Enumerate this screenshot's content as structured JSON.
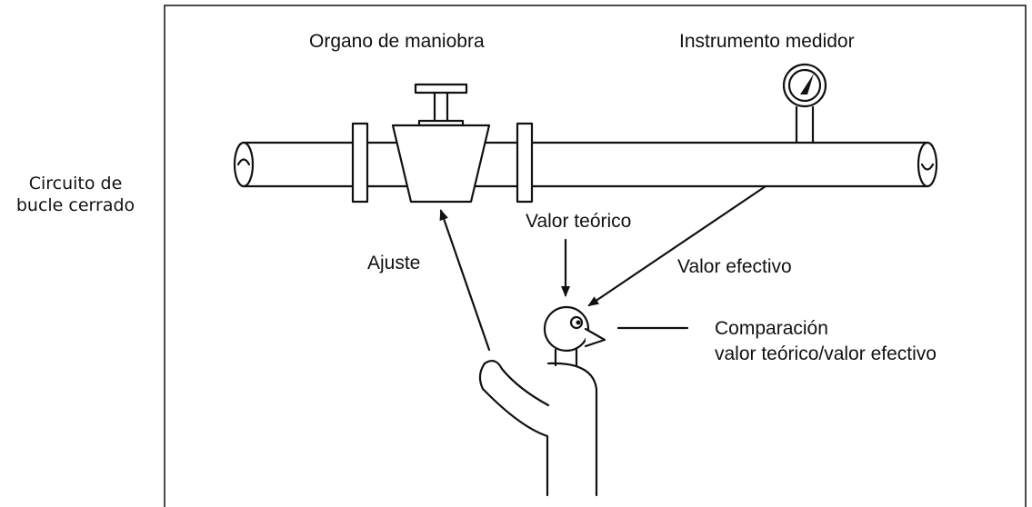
{
  "side_label": {
    "line1": "Circuito de",
    "line2": "bucle cerrado"
  },
  "labels": {
    "actuator": "Organo de maniobra",
    "instrument": "Instrumento medidor",
    "setpoint": "Valor teórico",
    "adjust": "Ajuste",
    "actual_value": "Valor efectivo",
    "comparison_line1": "Comparación",
    "comparison_line2": "valor teórico/valor efectivo"
  }
}
